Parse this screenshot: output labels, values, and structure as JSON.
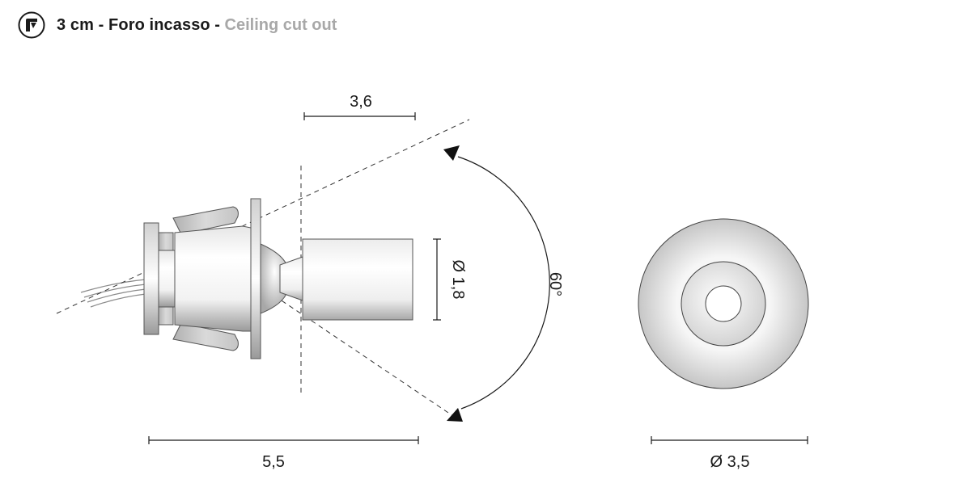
{
  "header": {
    "icon": "ceiling-mount-icon",
    "title": "3 cm - Foro incasso",
    "separator": " - ",
    "subtitle": "Ceiling cut out"
  },
  "dimensions": {
    "top_width": "3,6",
    "head_diameter": "Ø 1,8",
    "beam_angle": "60°",
    "total_length": "5,5",
    "front_diameter": "Ø 3,5"
  },
  "colors": {
    "line": "#1a1a1a",
    "body_light": "#ffffff",
    "body_mid": "#d9d9d9",
    "body_dark": "#8c8c8c",
    "subtitle": "#a8a8a8"
  }
}
